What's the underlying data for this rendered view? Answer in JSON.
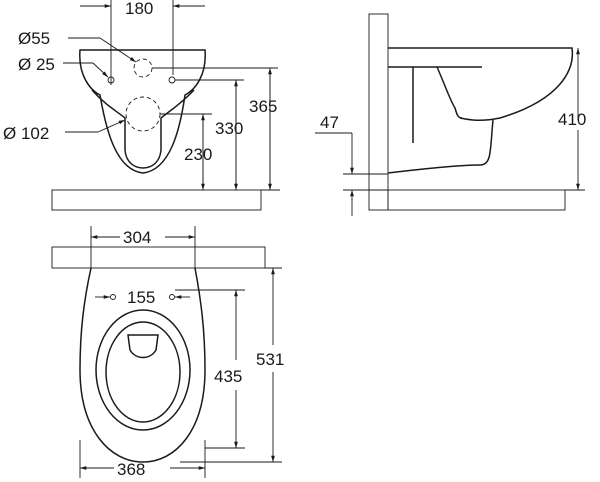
{
  "front_view": {
    "hole_spacing": "180",
    "upper_hole_diameter": "Ø55",
    "small_hole_diameter": "Ø 25",
    "outlet_diameter": "Ø 102",
    "height_outlet": "230",
    "height_small_holes": "330",
    "height_upper_hole": "365"
  },
  "side_view": {
    "floor_offset": "47",
    "rim_height": "410"
  },
  "top_view": {
    "rear_width": "304",
    "fixing_spacing": "155",
    "hole_to_front": "435",
    "total_length": "531",
    "max_width": "368"
  },
  "colors": {
    "line": "#1a1a1a",
    "background": "#ffffff"
  }
}
